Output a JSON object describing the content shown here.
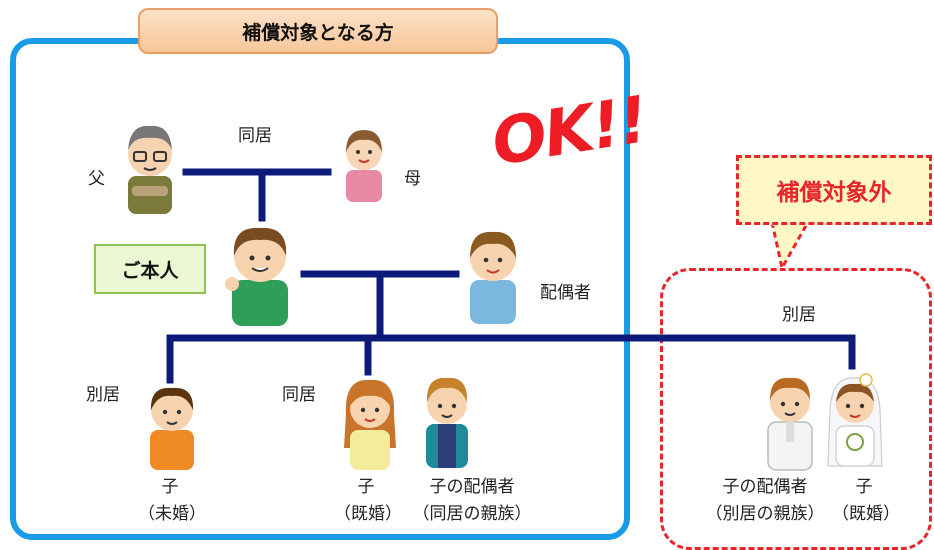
{
  "title": "補償対象となる方",
  "self_label": "ご本人",
  "stamp": "OK!!",
  "excluded_label": "補償対象外",
  "people": {
    "father": "父",
    "mother": "母",
    "parents_relation": "同居",
    "spouse": "配偶者",
    "child1_residence": "別居",
    "child1_line1": "子",
    "child1_line2": "（未婚）",
    "child2_residence": "同居",
    "child2_line1": "子",
    "child2_line2": "（既婚）",
    "child2_spouse_line1": "子の配偶者",
    "child2_spouse_line2": "（同居の親族）",
    "child3_residence": "別居",
    "child3_spouse_line1": "子の配偶者",
    "child3_spouse_line2": "（別居の親族）",
    "child3_line1": "子",
    "child3_line2": "（既婚）"
  },
  "colors": {
    "coverage_border": "#1a9be8",
    "tree_line": "#0c1a7a",
    "excluded": "#e8252a",
    "self_box": "#8dc352"
  },
  "icons": [
    "father-figure",
    "mother-figure",
    "self-figure",
    "spouse-figure",
    "child-figure",
    "bride-figure",
    "groom-figure"
  ]
}
